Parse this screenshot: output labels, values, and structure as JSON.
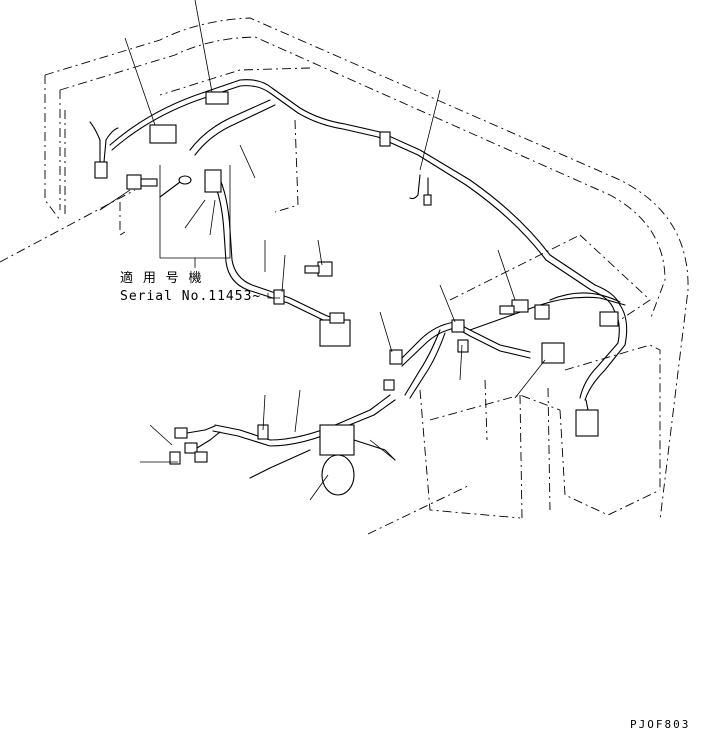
{
  "applicability": {
    "label_jp": "適 用 号 機",
    "serial": "Serial No.11453~"
  },
  "drawing_code": "PJOF803"
}
